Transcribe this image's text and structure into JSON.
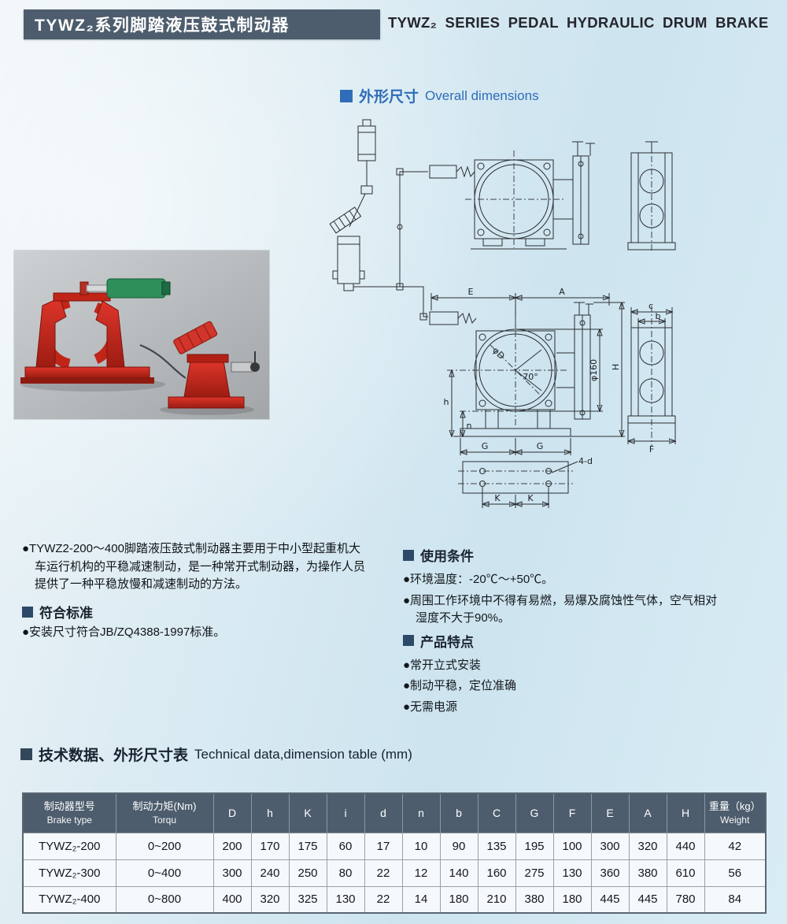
{
  "header": {
    "title_cn": "TYWZ₂系列脚踏液压鼓式制动器",
    "title_en": "TYWZ₂ SERIES PEDAL HYDRAULIC DRUM BRAKE"
  },
  "overall_heading": {
    "cn": "外形尺寸",
    "en": "Overall dimensions"
  },
  "intro": "●TYWZ2-200～400脚踏液压鼓式制动器主要用于中小型起重机大车运行机构的平稳减速制动，是一种常开式制动器，为操作人员提供了一种平稳放慢和减速制动的方法。",
  "standards": {
    "heading": "符合标准",
    "item": "●安装尺寸符合JB/ZQ4388-1997标准。"
  },
  "conditions": {
    "heading": "使用条件",
    "items": [
      "●环境温度：-20℃～+50℃。",
      "●周围工作环境中不得有易燃，易爆及腐蚀性气体，空气相对湿度不大于90%。"
    ]
  },
  "features": {
    "heading": "产品特点",
    "items": [
      "●常开立式安装",
      "●制动平稳，定位准确",
      "●无需电源"
    ]
  },
  "table_section": {
    "cn": "技术数据、外形尺寸表",
    "en": "Technical data,dimension table (mm)"
  },
  "table": {
    "col1": {
      "cn": "制动器型号",
      "en": "Brake type"
    },
    "col2": {
      "cn": "制动力矩(Nm)",
      "en": "Torqu"
    },
    "dims": [
      "D",
      "h",
      "K",
      "i",
      "d",
      "n",
      "b",
      "C",
      "G",
      "F",
      "E",
      "A",
      "H"
    ],
    "weight": {
      "cn": "重量（kg）",
      "en": "Weight"
    },
    "rows": [
      {
        "type": "TYWZ₂-200",
        "torque": "0~200",
        "values": [
          "200",
          "170",
          "175",
          "60",
          "17",
          "10",
          "90",
          "135",
          "195",
          "100",
          "300",
          "320",
          "440"
        ],
        "weight": "42"
      },
      {
        "type": "TYWZ₂-300",
        "torque": "0~400",
        "values": [
          "300",
          "240",
          "250",
          "80",
          "22",
          "12",
          "140",
          "160",
          "275",
          "130",
          "360",
          "380",
          "610"
        ],
        "weight": "56"
      },
      {
        "type": "TYWZ₂-400",
        "torque": "0~800",
        "values": [
          "400",
          "320",
          "325",
          "130",
          "22",
          "14",
          "180",
          "210",
          "380",
          "180",
          "445",
          "445",
          "780"
        ],
        "weight": "84"
      }
    ]
  },
  "drawing": {
    "labels": {
      "E": "E",
      "A": "A",
      "c": "c",
      "b": "b",
      "F": "F",
      "G": "G",
      "K": "K",
      "H": "H",
      "h": "h",
      "n": "n",
      "phi160": "φ160",
      "phiD": "φD",
      "angle": "70°",
      "holes": "4-d"
    }
  }
}
